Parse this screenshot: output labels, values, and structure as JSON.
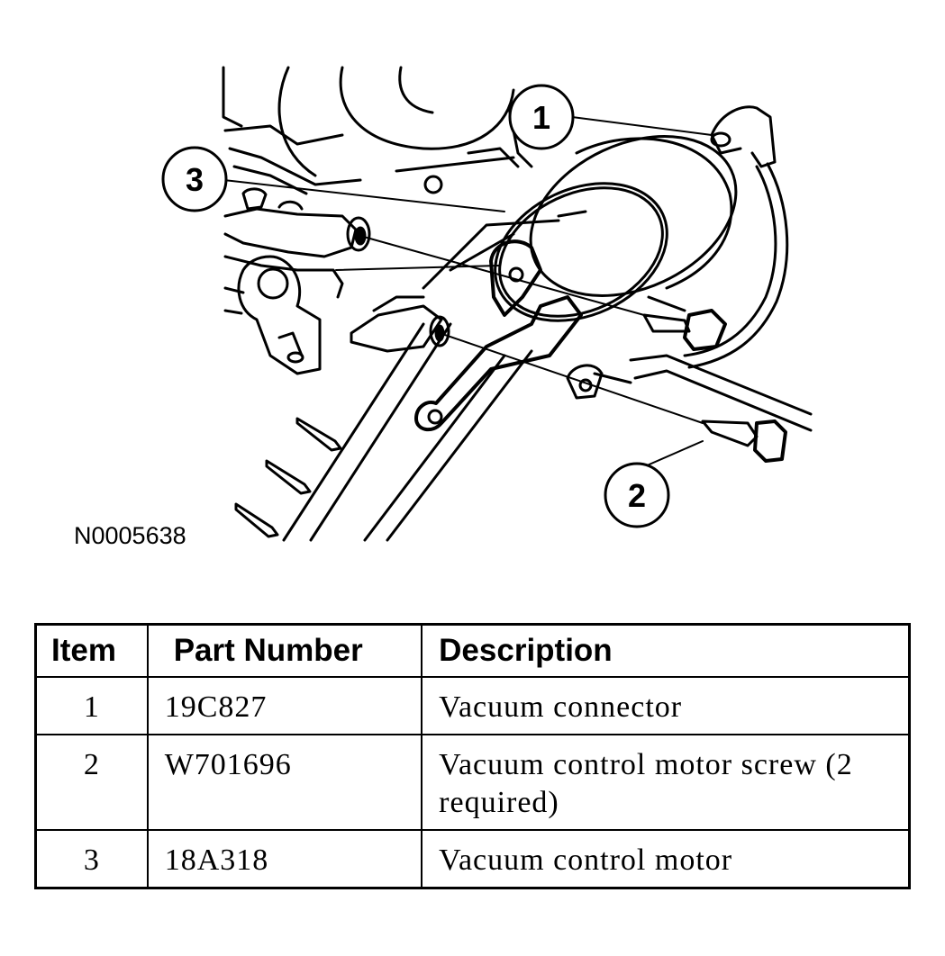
{
  "figure_id": "N0005638",
  "callouts": [
    "1",
    "2",
    "3"
  ],
  "table": {
    "headers": [
      "Item",
      "Part Number",
      "Description"
    ],
    "rows": [
      {
        "item": "1",
        "part_number": "19C827",
        "description": "Vacuum connector"
      },
      {
        "item": "2",
        "part_number": "W701696",
        "description": "Vacuum control motor screw (2 required)"
      },
      {
        "item": "3",
        "part_number": "18A318",
        "description": "Vacuum control motor"
      }
    ]
  }
}
